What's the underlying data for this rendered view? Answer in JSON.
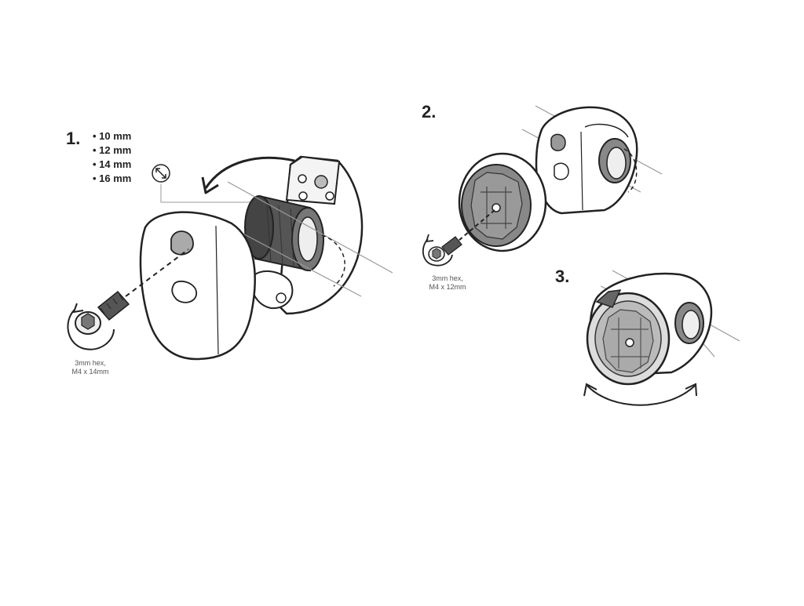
{
  "steps": {
    "step1": "1.",
    "step2": "2.",
    "step3": "3."
  },
  "sizes": [
    "• 10 mm",
    "• 12 mm",
    "• 14 mm",
    "• 16 mm"
  ],
  "screw1": {
    "line1": "3mm hex,",
    "line2": "M4 x 14mm"
  },
  "screw2": {
    "line1": "3mm hex,",
    "line2": "M4 x 12mm"
  },
  "icons": [
    "resize-diagonal-icon",
    "rotate-arrow-icon",
    "hex-screw-icon",
    "curved-double-arrow-icon"
  ]
}
